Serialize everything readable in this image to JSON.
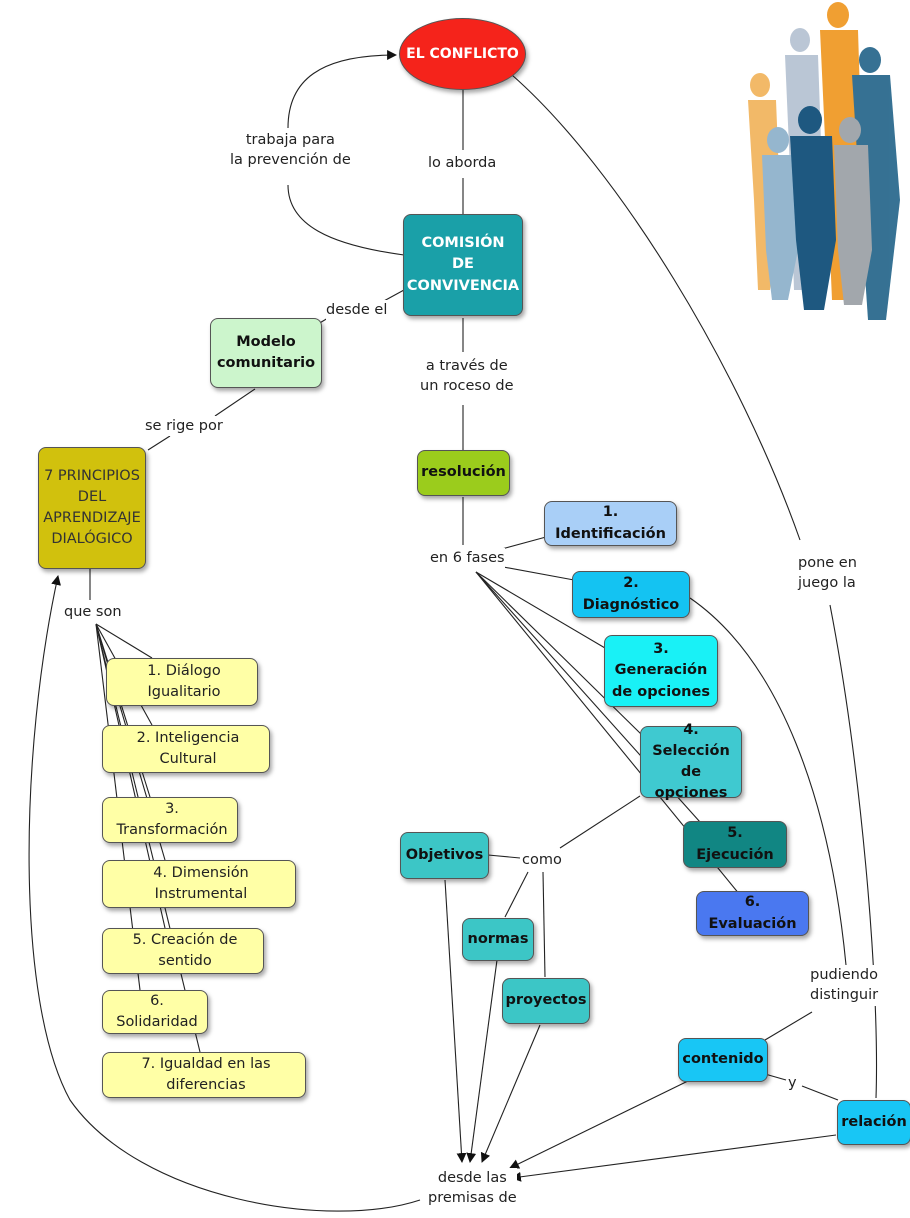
{
  "nodes": {
    "conflicto": "EL CONFLICTO",
    "comision": "COMISIÓN\nDE\nCONVIVENCIA",
    "modelo": "Modelo\ncomunitario",
    "principios": "7 PRINCIPIOS\nDEL\nAPRENDIZAJE\nDIALÓGICO",
    "resolucion": "resolución",
    "identificacion": "1. Identificación",
    "diagnostico": "2. Diagnóstico",
    "generacion": "3. Generación\nde opciones",
    "seleccion": "4. Selección\nde opciones",
    "ejecucion": "5. Ejecución",
    "evaluacion": "6. Evaluación",
    "objetivos": "Objetivos",
    "normas": "normas",
    "proyectos": "proyectos",
    "contenido": "contenido",
    "relacion": "relación",
    "p1": "1. Diálogo Igualitario",
    "p2": "2. Inteligencia Cultural",
    "p3": "3. Transformación",
    "p4": "4. Dimensión Instrumental",
    "p5": "5. Creación de sentido",
    "p6": "6. Solidaridad",
    "p7": "7. Igualdad en las diferencias"
  },
  "labels": {
    "trabaja": "trabaja para\nla prevención de",
    "aborda": "lo aborda",
    "desde_el": "desde el",
    "a_traves": "a través de\nun roceso de",
    "se_rige": "se rige por",
    "que_son": "que son",
    "fases": "en 6 fases",
    "como": "como",
    "pone": "pone en\njuego la",
    "pudiendo": "pudiendo\ndistinguir",
    "y": "y",
    "premisas": "desde las\npremisas de"
  },
  "colors": {
    "conflicto": "#f5231b",
    "comision": "#1aa0a8",
    "modelo": "#ccf5cc",
    "principios": "#d1c10d",
    "resolucion": "#9bcc1c",
    "identificacion": "#a9cff7",
    "diagnostico": "#14c3f2",
    "generacion": "#19f1f6",
    "seleccion": "#3fc9d0",
    "ejecucion": "#118683",
    "evaluacion": "#4a78f0",
    "teal": "#3cc6c6",
    "sky": "#18c6f5",
    "principle": "#ffffa6"
  },
  "decoration": "people-silhouettes-illustration"
}
